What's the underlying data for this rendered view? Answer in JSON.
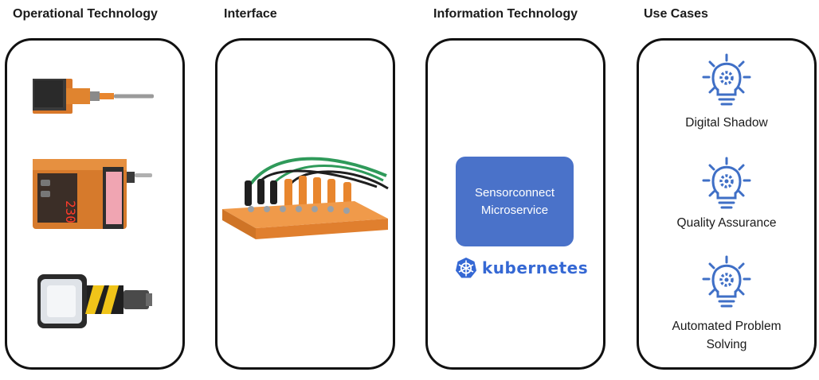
{
  "columns": [
    {
      "title": "Operational Technology"
    },
    {
      "title": "Interface"
    },
    {
      "title": "Information Technology"
    },
    {
      "title": "Use Cases"
    }
  ],
  "microservice": {
    "line1": "Sensorconnect",
    "line2": "Microservice"
  },
  "platform": {
    "label": "kubernetes",
    "icon": "kubernetes-helm-icon",
    "color": "#3568d4"
  },
  "use_cases": [
    {
      "icon": "lightbulb-gear-icon",
      "lines": [
        "Digital Shadow"
      ]
    },
    {
      "icon": "lightbulb-gear-icon",
      "lines": [
        "Quality Assurance"
      ]
    },
    {
      "icon": "lightbulb-gear-icon",
      "lines": [
        "Automated Problem",
        "Solving"
      ]
    }
  ],
  "colors": {
    "accent": "#4a72c9",
    "icon": "#3f6fc6",
    "device_orange": "#e8862e"
  }
}
